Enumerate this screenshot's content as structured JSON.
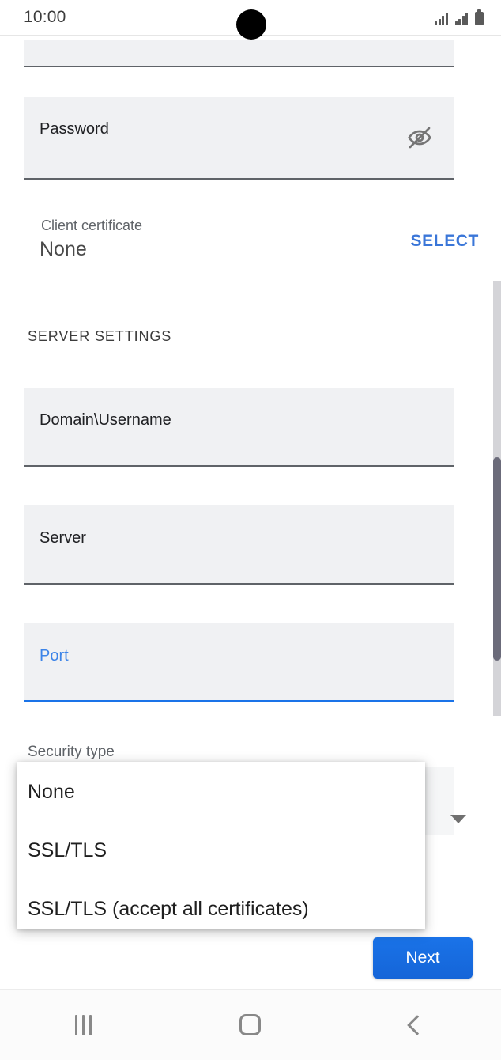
{
  "status_bar": {
    "time": "10:00",
    "signal_icon": "signal-bars-icon",
    "signal_icon_2": "signal-bars-icon",
    "battery_icon": "battery-full-icon",
    "camera": "camera-cutout"
  },
  "form": {
    "password_field": {
      "label": "Password",
      "value": "",
      "toggle_icon": "visibility-off-icon"
    },
    "client_certificate": {
      "label": "Client certificate",
      "value": "None",
      "action": "SELECT"
    },
    "section_header": "SERVER SETTINGS",
    "domain_field": {
      "label": "Domain\\Username",
      "value": ""
    },
    "server_field": {
      "label": "Server",
      "value": ""
    },
    "port_field": {
      "label": "Port",
      "value": "",
      "focused": true
    },
    "security_type": {
      "label": "Security type",
      "caret_icon": "chevron-down-icon"
    }
  },
  "dropdown": {
    "options": [
      "None",
      "SSL/TLS",
      "SSL/TLS (accept all certificates)"
    ]
  },
  "footer": {
    "next_label": "Next"
  },
  "nav_bar": {
    "recents_icon": "recents-icon",
    "home_icon": "home-icon",
    "back_icon": "back-icon"
  },
  "colors": {
    "accent_blue": "#1a73e8",
    "link_blue": "#3a76d8",
    "field_fill": "#f0f1f3",
    "underline": "#5f6368"
  }
}
